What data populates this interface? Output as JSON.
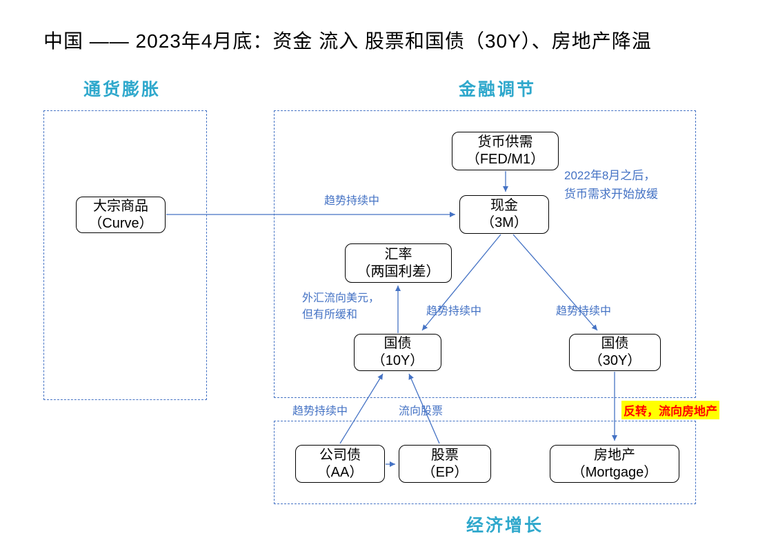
{
  "title": "中国 —— 2023年4月底：资金 流入 股票和国债（30Y）、房地产降温",
  "sections": {
    "inflation": "通货膨胀",
    "finance": "金融调节",
    "growth": "经济增长"
  },
  "nodes": {
    "commodity": {
      "line1": "大宗商品",
      "line2": "（Curve）"
    },
    "money_supply": {
      "line1": "货币供需",
      "line2": "（FED/M1）"
    },
    "cash": {
      "line1": "现金",
      "line2": "（3M）"
    },
    "fx": {
      "line1": "汇率",
      "line2": "（两国利差）"
    },
    "bond10y": {
      "line1": "国债",
      "line2": "（10Y）"
    },
    "bond30y": {
      "line1": "国债",
      "line2": "（30Y）"
    },
    "corp_bond": {
      "line1": "公司债",
      "line2": "（AA）"
    },
    "stock": {
      "line1": "股票",
      "line2": "（EP）"
    },
    "real_estate": {
      "line1": "房地产",
      "line2": "（Mortgage）"
    }
  },
  "edges": {
    "commodity_to_cash": "趋势持续中",
    "cash_to_bond10y": "趋势持续中",
    "cash_to_bond30y": "趋势持续中",
    "bond10y_to_fx": {
      "line1": "外汇流向美元，",
      "line2": "但有所缓和"
    },
    "corp_to_bond10y": "趋势持续中",
    "stock_to_bond10y": "流向股票",
    "bond30y_to_realestate": "反转，流向房地产"
  },
  "annotation": {
    "line1": "2022年8月之后，",
    "line2": "货币需求开始放缓"
  },
  "colors": {
    "title": "#000000",
    "section_label": "#2FA8CC",
    "dashed_box": "#4472C4",
    "edge_line": "#4472C4",
    "edge_label": "#4472C4",
    "node_border": "#000000",
    "node_fill": "#FFFFFF",
    "alert_text": "#FF0000",
    "alert_bg": "#FFFF00"
  }
}
